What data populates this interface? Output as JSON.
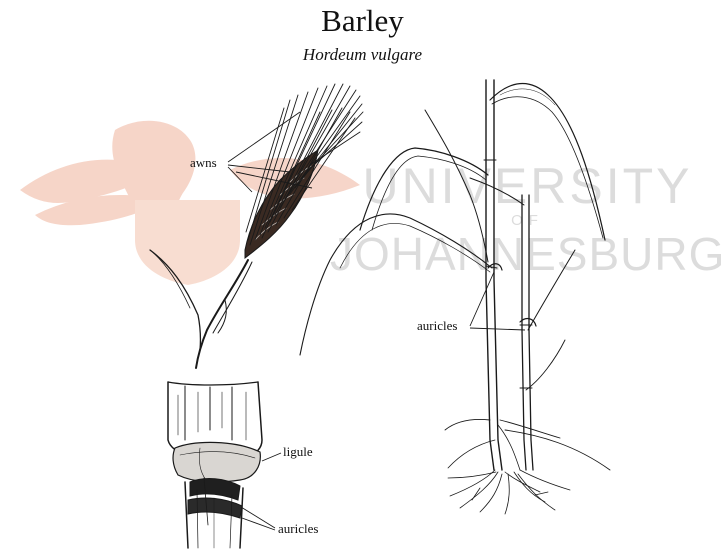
{
  "title": "Barley",
  "subtitle": "Hordeum vulgare",
  "labels": {
    "awns": "awns",
    "ligule": "ligule",
    "auricles_stem": "auricles",
    "auricles_plant": "auricles"
  },
  "watermark": {
    "line1": "UNIVERSITY",
    "line2": "OF",
    "line3": "JOHANNESBURG",
    "text_color": "#dcdcdc",
    "logo_color": "#f6d3c6"
  },
  "colors": {
    "ink": "#1a1a1a",
    "grain_dark": "#3a2a22"
  }
}
